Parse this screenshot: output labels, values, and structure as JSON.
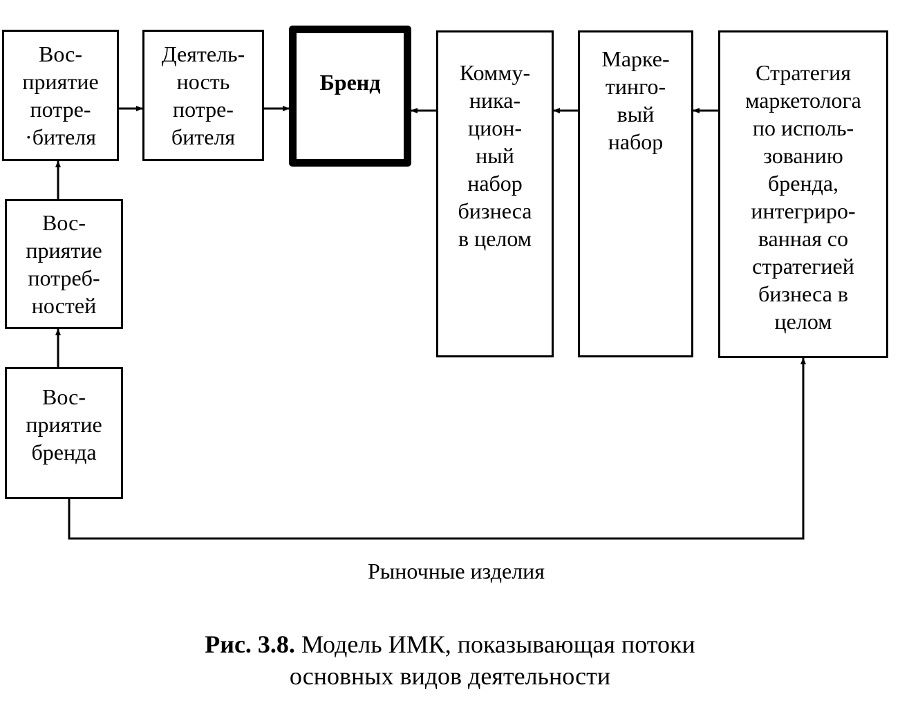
{
  "boxes": {
    "consumer_perception": "Вос-\nприятие\nпотре-\n·бителя",
    "consumer_activity": "Деятель-\nность\nпотре-\nбителя",
    "brand": "Бренд",
    "communication_mix": "Комму-\nника-\nцион-\nный\nнабор\nбизнеса\nв целом",
    "marketing_mix": "Марке-\nтинго-\nвый\nнабор",
    "marketer_strategy": "Стратегия\nмаркетолога\nпо исполь-\nзованию\nбренда,\nинтегриро-\nванная со\nстратегией\nбизнеса в\nцелом",
    "needs_perception": "Вос-\nприятие\nпотреб-\nностей",
    "brand_perception": "Вос-\nприятие\nбренда"
  },
  "connector_label": "Рыночные изделия",
  "caption": {
    "number": "Рис. 3.8.",
    "line1": "Модель ИМК, показывающая потоки",
    "line2": "основных видов деятельности"
  }
}
